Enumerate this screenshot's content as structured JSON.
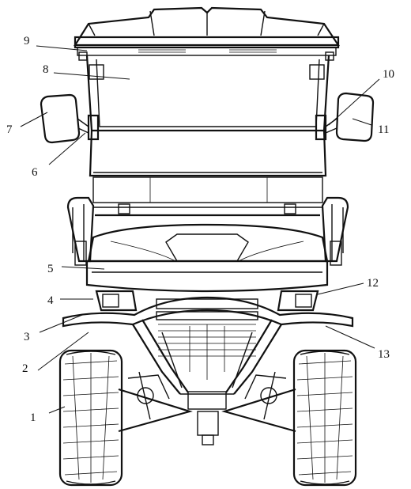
{
  "figure": {
    "subject": "front-view-utility-vehicle",
    "callouts": [
      {
        "id": "c1",
        "label": "1"
      },
      {
        "id": "c2",
        "label": "2"
      },
      {
        "id": "c3",
        "label": "3"
      },
      {
        "id": "c4",
        "label": "4"
      },
      {
        "id": "c5",
        "label": "5"
      },
      {
        "id": "c6",
        "label": "6"
      },
      {
        "id": "c7",
        "label": "7"
      },
      {
        "id": "c8",
        "label": "8"
      },
      {
        "id": "c9",
        "label": "9"
      },
      {
        "id": "c10",
        "label": "10"
      },
      {
        "id": "c11",
        "label": "11"
      },
      {
        "id": "c12",
        "label": "12"
      },
      {
        "id": "c13",
        "label": "13"
      }
    ]
  }
}
